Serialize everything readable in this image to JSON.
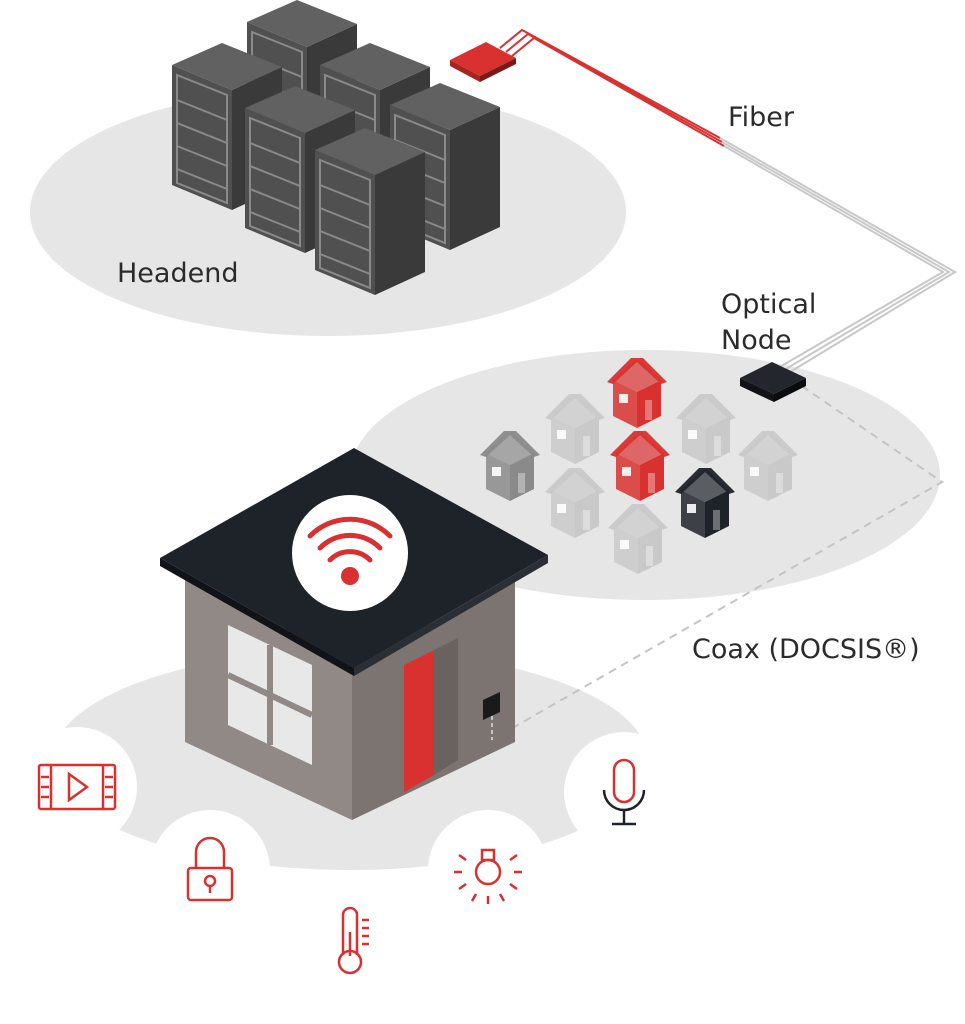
{
  "labels": {
    "headend": "Headend",
    "fiber": "Fiber",
    "optical_line1": "Optical",
    "optical_line2": "Node",
    "coax": "Coax (DOCSIS®)"
  },
  "colors": {
    "accent_red": "#d8312f",
    "dark_navy": "#1e2229",
    "server_gray": "#4a4a4a",
    "house_wall": "#8d8581",
    "ellipse_gray": "#e6e6e6",
    "light_house": "#c9c9c9"
  },
  "devices": [
    {
      "name": "video-player",
      "icon": "video-icon"
    },
    {
      "name": "smart-lock",
      "icon": "lock-icon"
    },
    {
      "name": "thermostat",
      "icon": "thermometer-icon"
    },
    {
      "name": "smart-light",
      "icon": "light-bulb-icon"
    },
    {
      "name": "voice-assistant",
      "icon": "microphone-icon"
    }
  ]
}
